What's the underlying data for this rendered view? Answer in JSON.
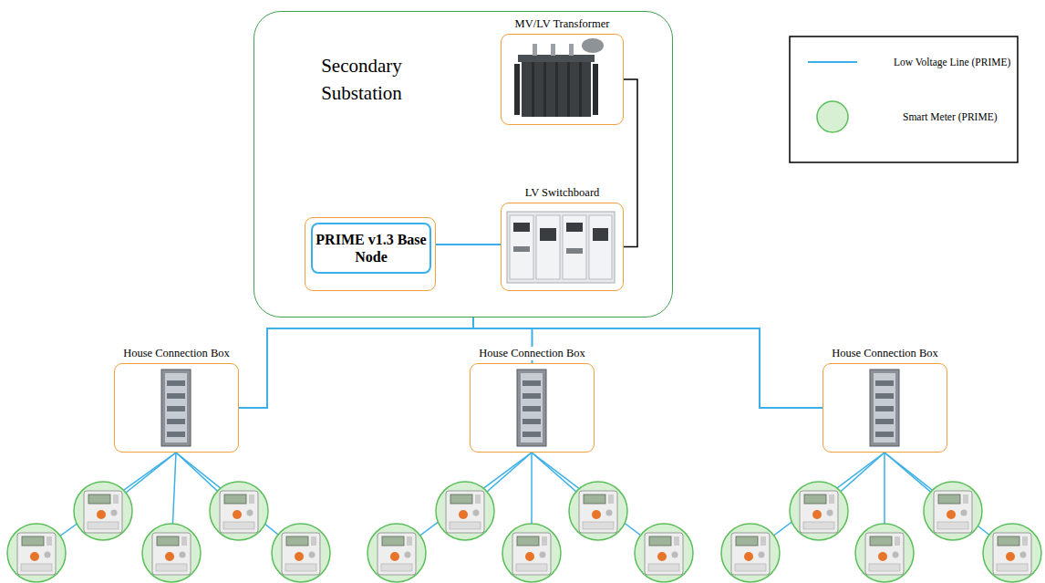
{
  "diagram": {
    "nodes": [
      {
        "text": [
          "Secondary Substation"
        ]
      },
      {
        "text": [
          "MV/LV Transformer"
        ],
        "in": 0
      },
      {
        "text": [
          "LV Switchboard"
        ],
        "in": 0
      },
      {
        "text": [
          "PRIME v1.3 Base Node"
        ],
        "in": 0
      },
      {
        "text": [
          "House Connection Box"
        ]
      },
      {
        "text": [
          "House Connection Box"
        ]
      },
      {
        "text": [
          "House Connection Box"
        ]
      }
    ],
    "edges": [
      {
        "from": 3,
        "to": 2,
        "arrow": "none"
      },
      {
        "from": 1,
        "to": 2,
        "arrow": "none"
      },
      {
        "from": 0,
        "to": 4,
        "arrow": "none"
      },
      {
        "from": 0,
        "to": 5,
        "arrow": "none"
      },
      {
        "from": 0,
        "to": 6,
        "arrow": "none"
      }
    ],
    "legend": [
      {
        "text": "Low Voltage Line (PRIME)"
      },
      {
        "text": "Smart Meter (PRIME)"
      }
    ]
  }
}
